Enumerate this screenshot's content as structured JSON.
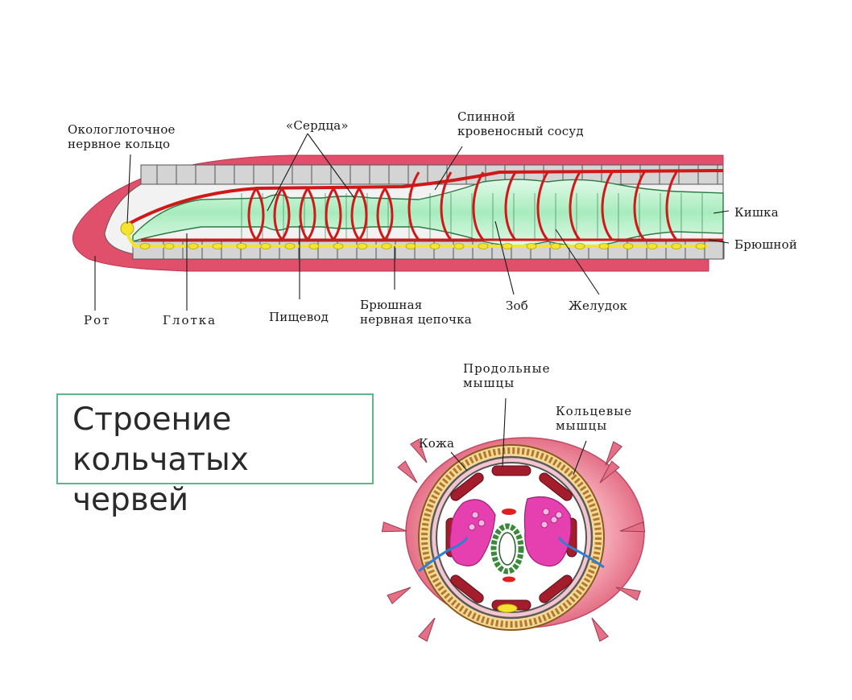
{
  "labels": {
    "nerve_ring": "Окологлоточное\nнервное кольцо",
    "hearts": "«Сердца»",
    "dorsal_vessel": "Спинной\nкровеносный сосуд",
    "intestine": "Кишка",
    "ventral": "Брюшной",
    "mouth": "Рот",
    "pharynx": "Глотка",
    "esophagus": "Пищевод",
    "ventral_nerve_cord": "Брюшная\nнервная цепочка",
    "crop": "Зоб",
    "stomach": "Желудок",
    "longitudinal_muscles": "Продольные\nмышцы",
    "circular_muscles": "Кольцевые\nмышцы",
    "skin": "Кожа"
  },
  "title": "Строение\nкольчатых червей",
  "colors": {
    "body": "#e0506a",
    "body_light": "#f08a9a",
    "vessel": "#d01818",
    "gut": "#b6efc7",
    "nerve": "#f4e430",
    "muscle_cell": "#c9c9c9",
    "magenta": "#e640b0"
  }
}
